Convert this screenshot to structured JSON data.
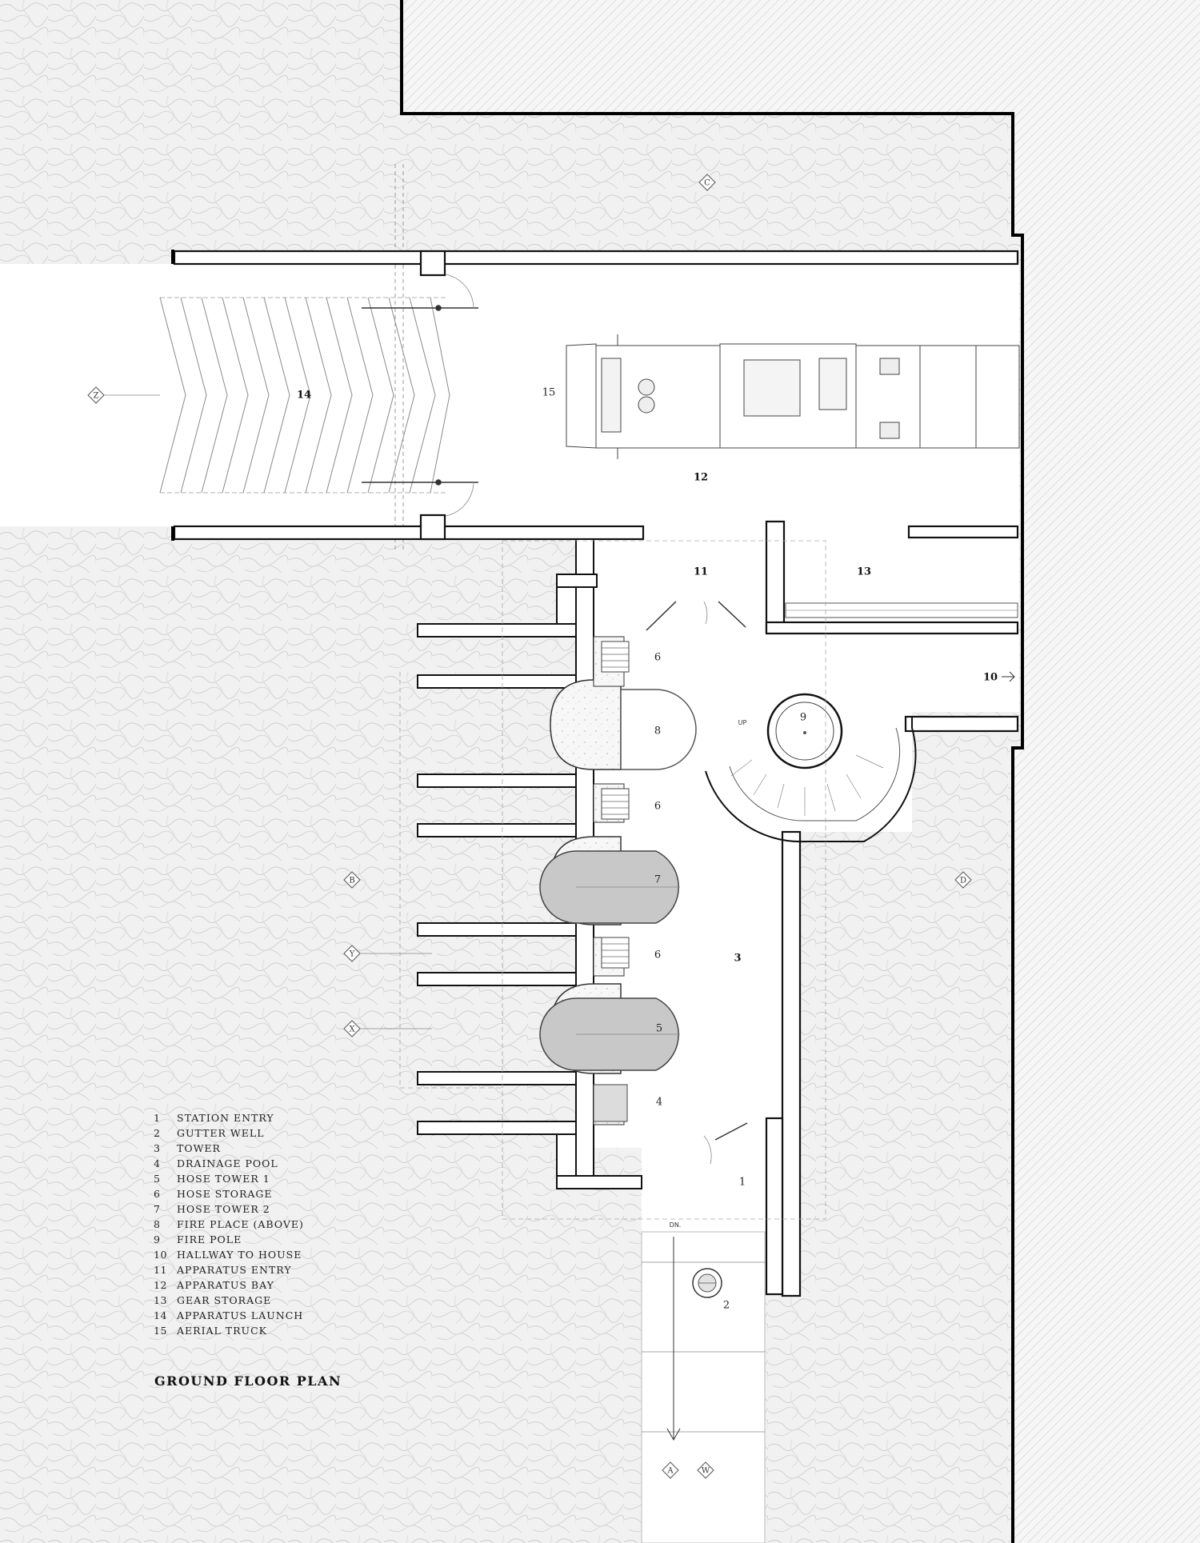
{
  "title": "GROUND FLOOR PLAN",
  "legend": [
    {
      "num": "1",
      "label": "STATION ENTRY"
    },
    {
      "num": "2",
      "label": "GUTTER WELL"
    },
    {
      "num": "3",
      "label": "TOWER"
    },
    {
      "num": "4",
      "label": "DRAINAGE POOL"
    },
    {
      "num": "5",
      "label": "HOSE TOWER 1"
    },
    {
      "num": "6",
      "label": "HOSE STORAGE"
    },
    {
      "num": "7",
      "label": "HOSE TOWER 2"
    },
    {
      "num": "8",
      "label": "FIRE PLACE (ABOVE)"
    },
    {
      "num": "9",
      "label": "FIRE POLE"
    },
    {
      "num": "10",
      "label": "HALLWAY TO HOUSE"
    },
    {
      "num": "11",
      "label": "APPARATUS ENTRY"
    },
    {
      "num": "12",
      "label": "APPARATUS BAY"
    },
    {
      "num": "13",
      "label": "GEAR STORAGE"
    },
    {
      "num": "14",
      "label": "APPARATUS LAUNCH"
    },
    {
      "num": "15",
      "label": "AERIAL TRUCK"
    }
  ],
  "room_labels": {
    "r1": "1",
    "r2": "2",
    "r3": "3",
    "r4": "4",
    "r5": "5",
    "r6a": "6",
    "r6b": "6",
    "r6c": "6",
    "r7": "7",
    "r8": "8",
    "r9": "9",
    "r10": "10",
    "r11": "11",
    "r12": "12",
    "r13": "13",
    "r14": "14",
    "r15": "15"
  },
  "section_tags": {
    "a": "A",
    "b": "B",
    "c": "C",
    "d": "D",
    "w": "W",
    "x": "X",
    "y": "Y",
    "z": "Z"
  },
  "stair_notes": {
    "up": "UP",
    "dn": "DN."
  }
}
